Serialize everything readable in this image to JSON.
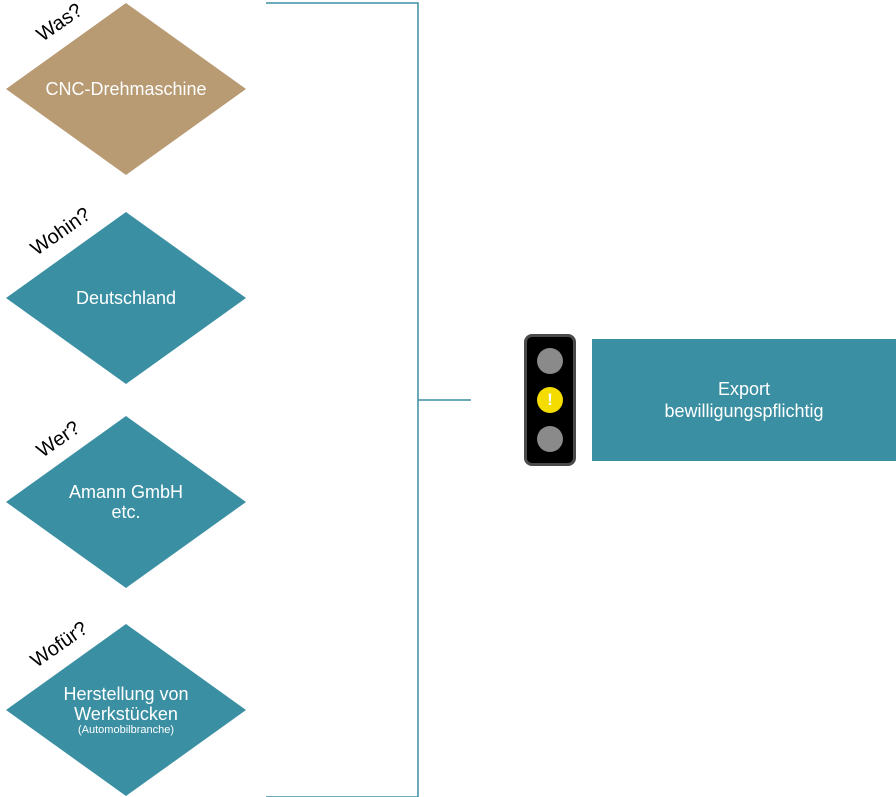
{
  "colors": {
    "teal": "#3a8fa3",
    "tan": "#b89a73",
    "connector": "#3a8fa3",
    "signal_yellow": "#f5dc00",
    "signal_grey": "#8a8a8a"
  },
  "questions": [
    {
      "label": "Was?",
      "lines": [
        "CNC-Drehmaschine"
      ],
      "note": "",
      "color": "tan"
    },
    {
      "label": "Wohin?",
      "lines": [
        "Deutschland"
      ],
      "note": "",
      "color": "teal"
    },
    {
      "label": "Wer?",
      "lines": [
        "Amann GmbH",
        "etc."
      ],
      "note": "",
      "color": "teal"
    },
    {
      "label": "Wofür?",
      "lines": [
        "Herstellung von",
        "Werkstücken"
      ],
      "note": "(Automobilbranche)",
      "color": "teal"
    }
  ],
  "traffic_light": {
    "active_lamp": "middle",
    "active_color": "yellow",
    "symbol": "!",
    "icon": "warning-icon"
  },
  "result": {
    "lines": [
      "Export",
      "bewilligungspflichtig"
    ]
  }
}
